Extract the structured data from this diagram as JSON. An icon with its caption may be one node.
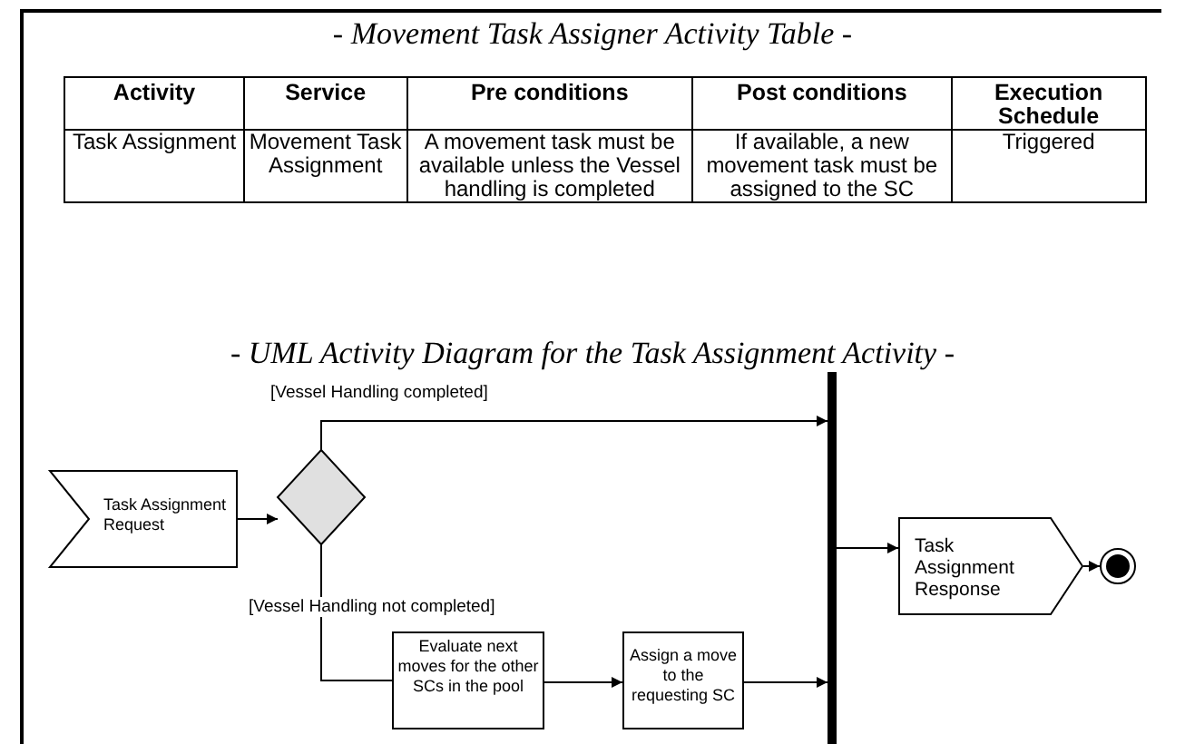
{
  "diagram": {
    "title": "- Movement Task Assigner Activity Table -",
    "nodes": [
      {
        "text": [
          "Task Assignment Request"
        ]
      },
      {
        "text": [],
        "shape": "diamond"
      },
      {
        "text": [
          "Evaluate next moves for the other SCs in the pool"
        ]
      },
      {
        "text": [
          "Assign a move to the requesting SC"
        ]
      },
      {
        "text": [],
        "shape": "bar"
      },
      {
        "text": [
          "Task Assignment Response"
        ]
      },
      {
        "text": [],
        "shape": "circle"
      }
    ],
    "edges": [
      {
        "from": 0,
        "to": 1,
        "arrow": "to"
      },
      {
        "from": 1,
        "to": 4,
        "arrow": "to",
        "label": "[Vessel Handling completed]"
      },
      {
        "from": 1,
        "to": 2,
        "arrow": "none",
        "label": "[Vessel Handling not completed]"
      },
      {
        "from": 2,
        "to": 3,
        "arrow": "to"
      },
      {
        "from": 3,
        "to": 4,
        "arrow": "to"
      },
      {
        "from": 4,
        "to": 5,
        "arrow": "to"
      },
      {
        "from": 5,
        "to": 6,
        "arrow": "to"
      }
    ],
    "labels": [
      "- UML Activity Diagram for the Task Assignment Activity -",
      "Activity",
      "Service",
      "Pre conditions",
      "Post conditions",
      "Execution Schedule",
      "Task Assignment",
      "Movement Task Assignment",
      "A movement task must be available unless the Vessel handling is completed",
      "If available, a new movement task must be assigned to the SC",
      "Triggered"
    ]
  }
}
